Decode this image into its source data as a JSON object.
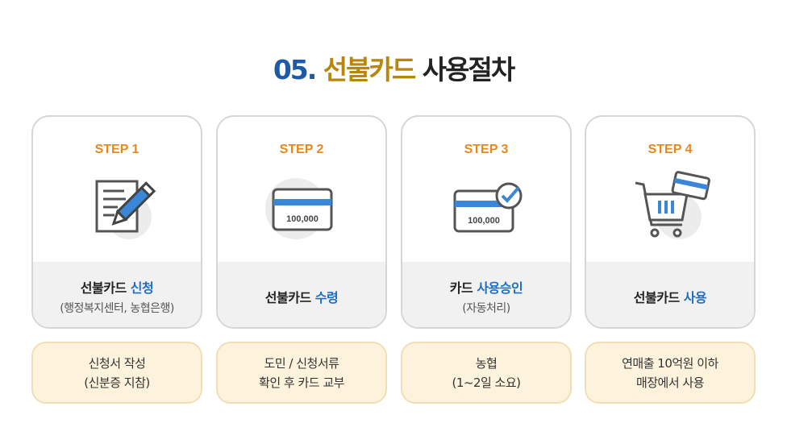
{
  "title": {
    "number": "05.",
    "accent": "선불카드",
    "rest": "사용절차"
  },
  "steps": [
    {
      "step": "STEP 1",
      "icon": "document-pencil-icon",
      "label_main": "선불카드 ",
      "label_highlight": "신청",
      "sub": "(행정복지센터, 농협은행)",
      "note_line1": "신청서 작성",
      "note_line2": "(신분증 지참)"
    },
    {
      "step": "STEP 2",
      "icon": "card-icon",
      "card_amount": "100,000",
      "label_main": "선불카드 ",
      "label_highlight": "수령",
      "sub": "",
      "note_line1": "도민 / 신청서류",
      "note_line2": "확인 후 카드 교부"
    },
    {
      "step": "STEP 3",
      "icon": "card-check-icon",
      "card_amount": "100,000",
      "label_main": "카드 ",
      "label_highlight": "사용승인",
      "sub": "(자동처리)",
      "note_line1": "농협",
      "note_line2": "(1~2일 소요)"
    },
    {
      "step": "STEP 4",
      "icon": "shopping-cart-icon",
      "label_main": "선불카드 ",
      "label_highlight": "사용",
      "sub": "",
      "note_line1": "연매출 10억원 이하",
      "note_line2": "매장에서 사용"
    }
  ],
  "colors": {
    "step": "#e8871e",
    "highlight": "#1f6fc2",
    "title_number": "#1f5aa6",
    "title_accent": "#b8860b",
    "note_bg": "#fdf3dc"
  }
}
